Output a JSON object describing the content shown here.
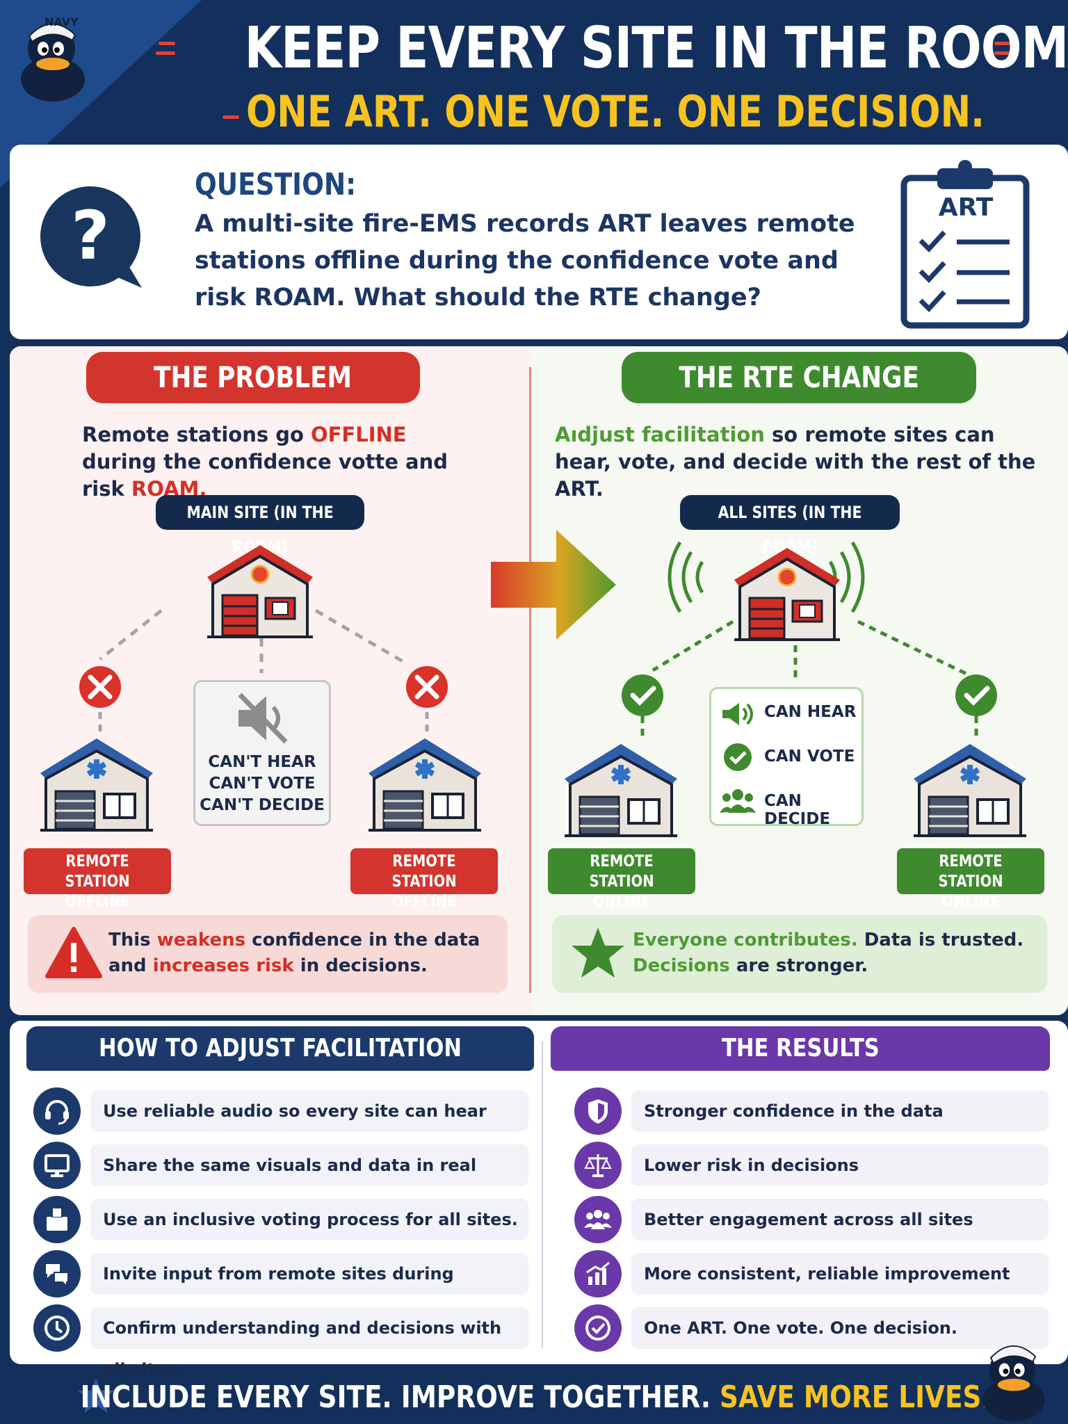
{
  "header": {
    "title": "KEEP EVERY SITE IN THE ROOM.",
    "subtitle": "ONE ART. ONE VOTE. ONE DECISION.",
    "mascot_cap": "NAVY"
  },
  "question": {
    "label": "QUESTION:",
    "text": "A multi-site fire-EMS records ART leaves remote stations offline during the confidence vote and risk ROAM. What should the RTE change?",
    "clipboard_label": "ART"
  },
  "problem": {
    "heading": "THE PROBLEM",
    "lead_pre": "Remote stations go ",
    "lead_offline": "OFFLINE",
    "lead_mid": " during the confidence votte and risk ",
    "lead_roam": "ROAM.",
    "main_site": "MAIN SITE (IN THE ROOM)",
    "cant_hear": "CAN'T HEAR",
    "cant_vote": "CAN'T VOTE",
    "cant_decide": "CAN'T DECIDE",
    "station_left_1": "REMOTE STATION",
    "station_left_2": "OFFLINE",
    "station_right_1": "REMOTE STATION",
    "station_right_2": "OFFLINE",
    "note_pre": "This ",
    "note_weakens": "weakens",
    "note_mid": " confidence in the data and ",
    "note_risk": "increases risk",
    "note_post": " in decisions."
  },
  "change": {
    "heading": "THE RTE CHANGE",
    "lead_highlight": "Aıdjust facilitation",
    "lead_rest": " so remote sites can hear, vote, and decide with the rest of the ART.",
    "all_sites": "ALL SITES (IN THE ROOM)",
    "can_hear": "CAN HEAR",
    "can_vote": "CAN VOTE",
    "can_decide": "CAN DECIDE",
    "station_left_1": "REMOTE STATION",
    "station_left_2": "ONLINE",
    "station_right_1": "REMOTE STATION",
    "station_right_2": "ONLINE",
    "note_everyone": "Everyone contributes.",
    "note_trusted": " Data is trusted.",
    "note_decisions": "Decisions",
    "note_stronger": " are stronger."
  },
  "facilitation": {
    "heading": "HOW TO ADJUST FACILITATION",
    "items": [
      {
        "icon": "headset-icon",
        "text": "Use reliable audio so every site can hear clearly."
      },
      {
        "icon": "monitor-icon",
        "text": "Share the same visuals and data in real time."
      },
      {
        "icon": "ballot-box-icon",
        "text": "Use an inclusive voting process for all sites."
      },
      {
        "icon": "chat-bubbles-icon",
        "text": "Invite input from remote sites during discussion."
      },
      {
        "icon": "clock-icon",
        "text": "Confirm understanding and decisions with all sites."
      }
    ]
  },
  "results": {
    "heading": "THE RESULTS",
    "items": [
      {
        "icon": "shield-icon",
        "text": "Stronger confidence in the data"
      },
      {
        "icon": "scales-icon",
        "text": "Lower risk in decisions"
      },
      {
        "icon": "people-icon",
        "text": "Better engagement across all sites"
      },
      {
        "icon": "growth-chart-icon",
        "text": "More consistent, reliable improvement"
      },
      {
        "icon": "check-badge-icon",
        "text": "One ART. One vote. One decision."
      }
    ]
  },
  "footer": {
    "part1": "INCLUDE EVERY SITE. IMPROVE TOGETHER.",
    "part2": " SAVE MORE LIVES."
  },
  "colors": {
    "navy": "#13305c",
    "gold": "#f7c320",
    "red": "#d62e26",
    "green": "#3f8a2e",
    "purple": "#6a38a8"
  }
}
